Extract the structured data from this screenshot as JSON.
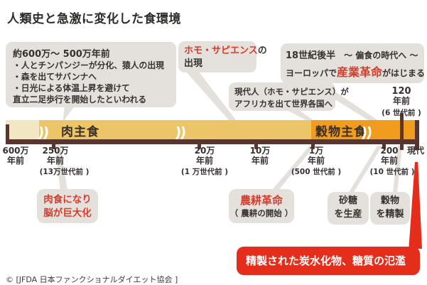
{
  "title": "人類史と急激に変化した食環境",
  "colors": {
    "accent_red": "#e42e1b",
    "text_red": "#d63c2c",
    "bar_cream": "#f3e6c3",
    "bar_gold": "#ecc569",
    "bar_orange": "#f09c1e",
    "axis_brown": "#593530",
    "callout_gray": "#e4e1dc"
  },
  "callouts": {
    "origin": {
      "heading": "約600万〜 500万年前",
      "bullets": [
        "・人とチンパンジーが分化、猿人の出現",
        "・森を出てサバンナへ",
        "・日光による体温上昇を避けて",
        "直立二足歩行を開始したといわれる"
      ]
    },
    "homo_sapiens": {
      "red": "ホモ・サピエンス",
      "suffix": "の",
      "line2": "出現"
    },
    "out_of_africa": {
      "line1": "現代人（ホモ・サピエンス）が",
      "line2": "アフリカを出て世界各国へ"
    },
    "industrial": {
      "period": "18世紀後半",
      "note": "〜 偏食の時代へ 〜",
      "pre": "ヨーロッパで",
      "red": "産業革命",
      "post": "がはじまる"
    }
  },
  "timeline": {
    "meat_label": "肉主食",
    "grain_label": "穀物主食",
    "ticks": [
      {
        "l1": "600万",
        "l2": "年前",
        "gen": ""
      },
      {
        "l1": "250万",
        "l2": "年前",
        "gen": "(13万世代前 )"
      },
      {
        "l1": "20万",
        "l2": "年前",
        "gen": "(1 万世代前 )"
      },
      {
        "l1": "10万",
        "l2": "年前",
        "gen": ""
      },
      {
        "l1": "1万",
        "l2": "年前",
        "gen": "(500 世代前 )"
      },
      {
        "l1": "200",
        "l2": "年前",
        "gen": "(10 世代前 )"
      },
      {
        "l1": "現代",
        "l2": "",
        "gen": ""
      }
    ],
    "recent": {
      "l1": "120",
      "l2": "年前",
      "gen": "(6 世代前 )"
    }
  },
  "bubbles": {
    "meat_brain": {
      "line1": "肉食になり",
      "line2": "脳が巨大化"
    },
    "agri": {
      "red": "農耕革命",
      "sub": "（ 農耕の開始 ）"
    },
    "sugar": {
      "line1": "砂糖",
      "line2": "を生産"
    },
    "refine": {
      "line1": "穀物",
      "line2": "を精製"
    }
  },
  "banner": "精製された炭水化物、糖質の氾濫",
  "copyright": "© [JFDA 日本ファンクショナルダイエット協会 ]"
}
